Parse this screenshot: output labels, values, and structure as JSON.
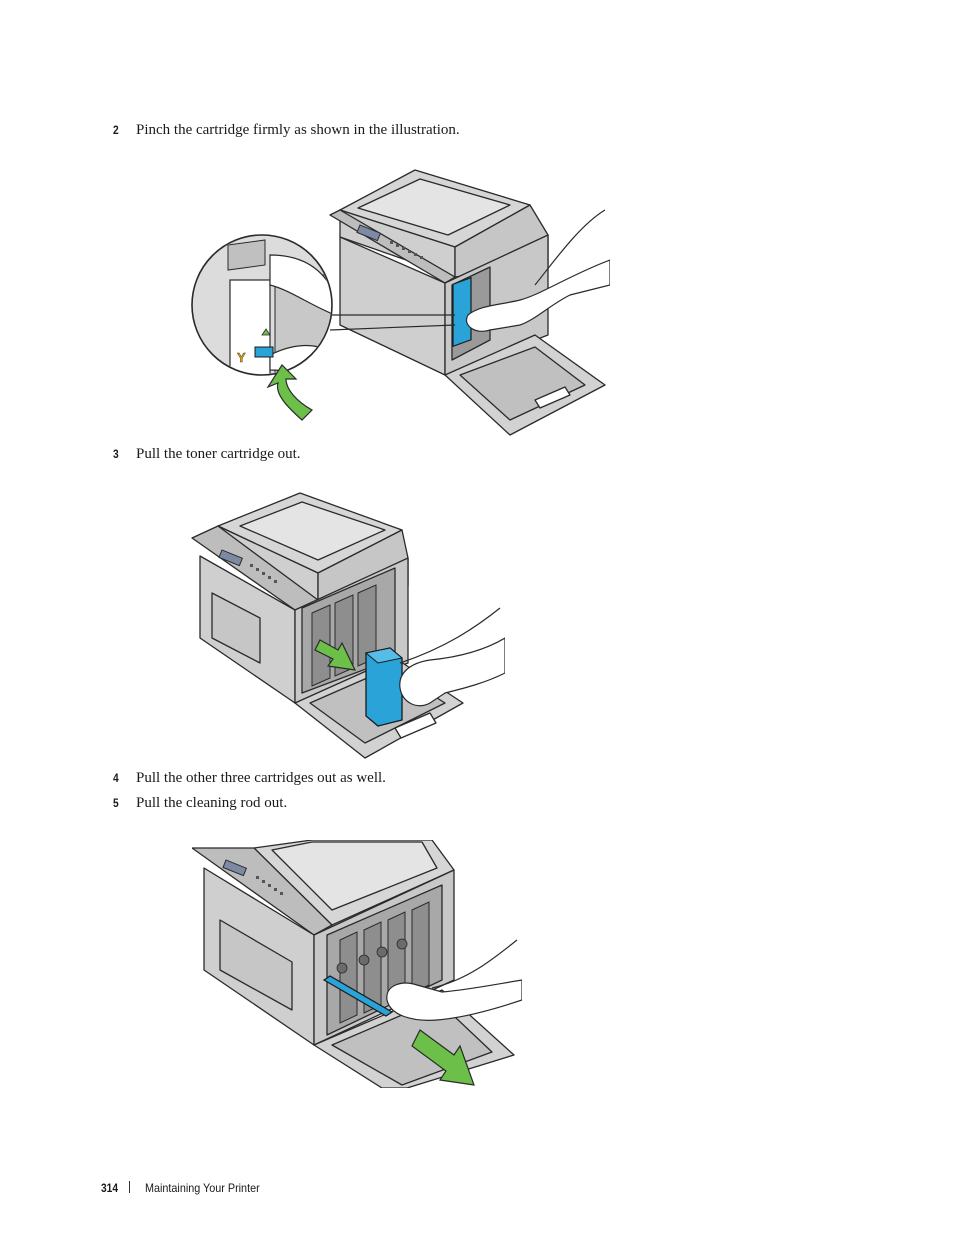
{
  "steps": [
    {
      "number": "2",
      "text": "Pinch the cartridge firmly as shown in the illustration."
    },
    {
      "number": "3",
      "text": "Pull the toner cartridge out."
    },
    {
      "number": "4",
      "text": "Pull the other three cartridges out as well."
    },
    {
      "number": "5",
      "text": "Pull the cleaning rod out."
    }
  ],
  "callout": {
    "cartridge_letter": "Y"
  },
  "footer": {
    "page_number": "314",
    "section_title": "Maintaining Your Printer"
  },
  "colors": {
    "cartridge_blue": "#2aa3d9",
    "arrow_green": "#6cc04a",
    "printer_gray": "#d4d4d4",
    "line": "#2a2a2a"
  }
}
